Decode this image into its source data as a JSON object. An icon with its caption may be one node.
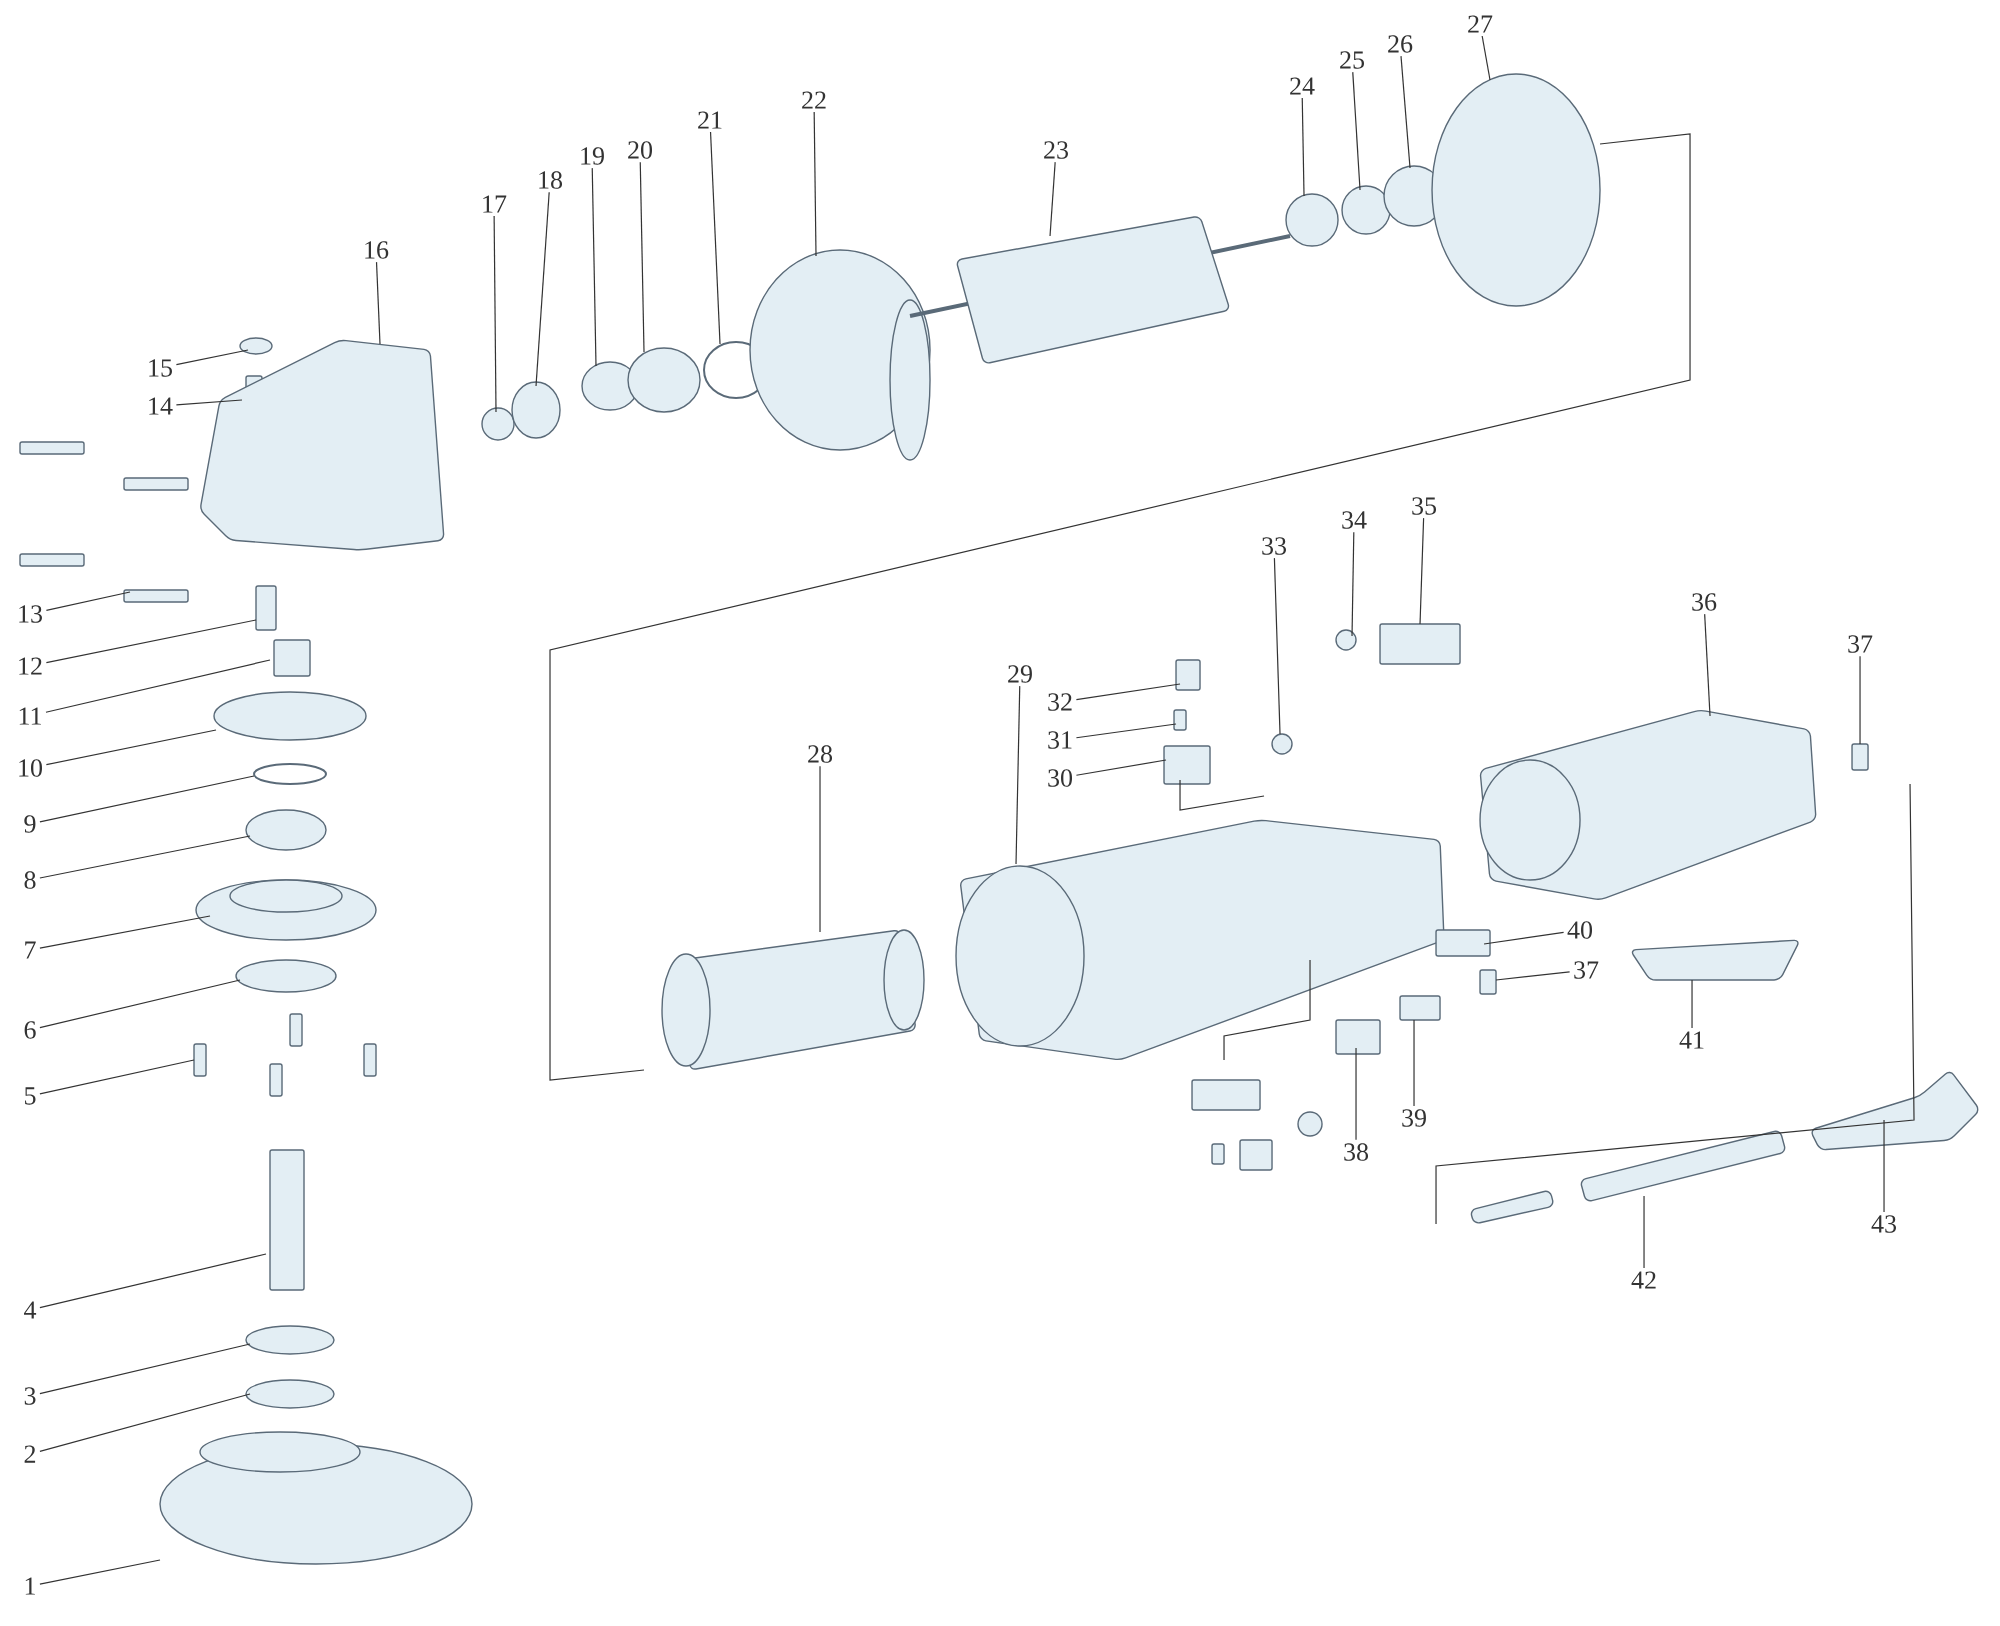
{
  "diagram": {
    "nodes": [
      {
        "text": [
          "1"
        ]
      },
      {
        "text": [
          "2"
        ]
      },
      {
        "text": [
          "3"
        ]
      },
      {
        "text": [
          "4"
        ]
      },
      {
        "text": [
          "5"
        ]
      },
      {
        "text": [
          "6"
        ]
      },
      {
        "text": [
          "7"
        ]
      },
      {
        "text": [
          "8"
        ]
      },
      {
        "text": [
          "9"
        ]
      },
      {
        "text": [
          "10"
        ]
      },
      {
        "text": [
          "11"
        ]
      },
      {
        "text": [
          "12"
        ]
      },
      {
        "text": [
          "13"
        ]
      },
      {
        "text": [
          "14"
        ]
      },
      {
        "text": [
          "15"
        ]
      },
      {
        "text": [
          "16"
        ]
      },
      {
        "text": [
          "17"
        ]
      },
      {
        "text": [
          "18"
        ]
      },
      {
        "text": [
          "19"
        ]
      },
      {
        "text": [
          "20"
        ]
      },
      {
        "text": [
          "21"
        ]
      },
      {
        "text": [
          "22"
        ]
      },
      {
        "text": [
          "23"
        ]
      },
      {
        "text": [
          "24"
        ]
      },
      {
        "text": [
          "25"
        ]
      },
      {
        "text": [
          "26"
        ]
      },
      {
        "text": [
          "27"
        ]
      },
      {
        "text": [
          "28"
        ]
      },
      {
        "text": [
          "29"
        ]
      },
      {
        "text": [
          "30"
        ]
      },
      {
        "text": [
          "31"
        ]
      },
      {
        "text": [
          "32"
        ]
      },
      {
        "text": [
          "33"
        ]
      },
      {
        "text": [
          "34"
        ]
      },
      {
        "text": [
          "35"
        ]
      },
      {
        "text": [
          "36"
        ]
      },
      {
        "text": [
          "37"
        ]
      },
      {
        "text": [
          "37"
        ]
      },
      {
        "text": [
          "38"
        ]
      },
      {
        "text": [
          "39"
        ]
      },
      {
        "text": [
          "40"
        ]
      },
      {
        "text": [
          "41"
        ]
      },
      {
        "text": [
          "42"
        ]
      },
      {
        "text": [
          "43"
        ]
      }
    ],
    "edges": [
      {
        "from": 0,
        "to": null,
        "arrow": "none"
      },
      {
        "from": 1,
        "to": null,
        "arrow": "none"
      },
      {
        "from": 2,
        "to": null,
        "arrow": "none"
      },
      {
        "from": 3,
        "to": null,
        "arrow": "none"
      },
      {
        "from": 4,
        "to": null,
        "arrow": "none"
      },
      {
        "from": 5,
        "to": null,
        "arrow": "none"
      },
      {
        "from": 6,
        "to": null,
        "arrow": "none"
      },
      {
        "from": 7,
        "to": null,
        "arrow": "none"
      },
      {
        "from": 8,
        "to": null,
        "arrow": "none"
      },
      {
        "from": 9,
        "to": null,
        "arrow": "none"
      },
      {
        "from": 10,
        "to": null,
        "arrow": "none"
      },
      {
        "from": 11,
        "to": null,
        "arrow": "none"
      },
      {
        "from": 12,
        "to": null,
        "arrow": "none"
      },
      {
        "from": 13,
        "to": null,
        "arrow": "none"
      },
      {
        "from": 14,
        "to": null,
        "arrow": "none"
      },
      {
        "from": 15,
        "to": null,
        "arrow": "none"
      },
      {
        "from": 16,
        "to": null,
        "arrow": "none"
      },
      {
        "from": 17,
        "to": null,
        "arrow": "none"
      },
      {
        "from": 18,
        "to": null,
        "arrow": "none"
      },
      {
        "from": 19,
        "to": null,
        "arrow": "none"
      },
      {
        "from": 20,
        "to": null,
        "arrow": "none"
      },
      {
        "from": 21,
        "to": null,
        "arrow": "none"
      },
      {
        "from": 22,
        "to": null,
        "arrow": "none"
      },
      {
        "from": 23,
        "to": null,
        "arrow": "none"
      },
      {
        "from": 24,
        "to": null,
        "arrow": "none"
      },
      {
        "from": 25,
        "to": null,
        "arrow": "none"
      },
      {
        "from": 26,
        "to": null,
        "arrow": "none"
      },
      {
        "from": 27,
        "to": null,
        "arrow": "none"
      },
      {
        "from": 28,
        "to": null,
        "arrow": "none"
      },
      {
        "from": 29,
        "to": null,
        "arrow": "none"
      },
      {
        "from": 30,
        "to": null,
        "arrow": "none"
      },
      {
        "from": 31,
        "to": null,
        "arrow": "none"
      },
      {
        "from": 32,
        "to": null,
        "arrow": "none"
      },
      {
        "from": 33,
        "to": null,
        "arrow": "none"
      },
      {
        "from": 34,
        "to": null,
        "arrow": "none"
      },
      {
        "from": 35,
        "to": null,
        "arrow": "none"
      },
      {
        "from": 36,
        "to": null,
        "arrow": "none"
      },
      {
        "from": 37,
        "to": null,
        "arrow": "none"
      },
      {
        "from": 38,
        "to": null,
        "arrow": "none"
      },
      {
        "from": 39,
        "to": null,
        "arrow": "none"
      },
      {
        "from": 40,
        "to": null,
        "arrow": "none"
      },
      {
        "from": 41,
        "to": null,
        "arrow": "none"
      },
      {
        "from": 42,
        "to": null,
        "arrow": "none"
      },
      {
        "from": 43,
        "to": null,
        "arrow": "none"
      }
    ]
  }
}
